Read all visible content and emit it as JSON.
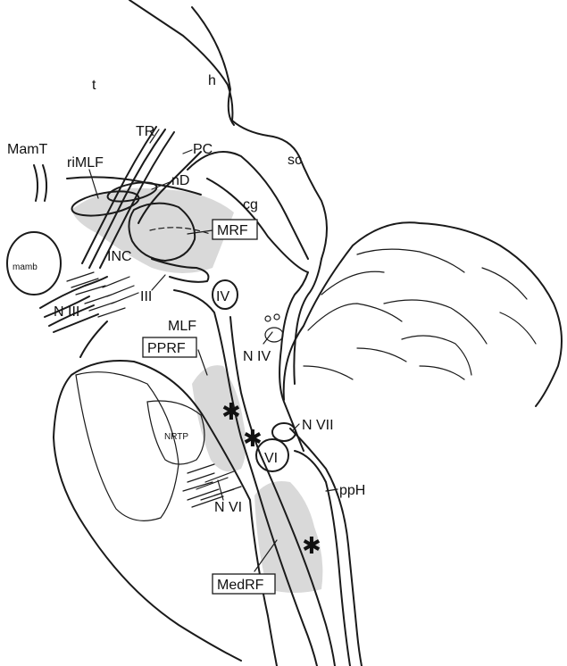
{
  "labels": {
    "t": "t",
    "h": "h",
    "sc": "sc",
    "cg": "cg",
    "TR": "TR",
    "PC": "PC",
    "MamT": "MamT",
    "riMLF": "riMLF",
    "nD": "nD",
    "MRF": "MRF",
    "INC": "INC",
    "mamb": "mamb",
    "NIII": "N III",
    "III": "III",
    "IV": "IV",
    "MLF": "MLF",
    "NIV": "N IV",
    "PPRF": "PPRF",
    "NRTP": "NRTP",
    "NVII": "N VII",
    "VI": "VI",
    "ppH": "ppH",
    "NVI": "N VI",
    "MedRF": "MedRF"
  },
  "colors": {
    "ink": "#1a1a1a",
    "shade": "#d9d9d9",
    "background": "#ffffff"
  }
}
